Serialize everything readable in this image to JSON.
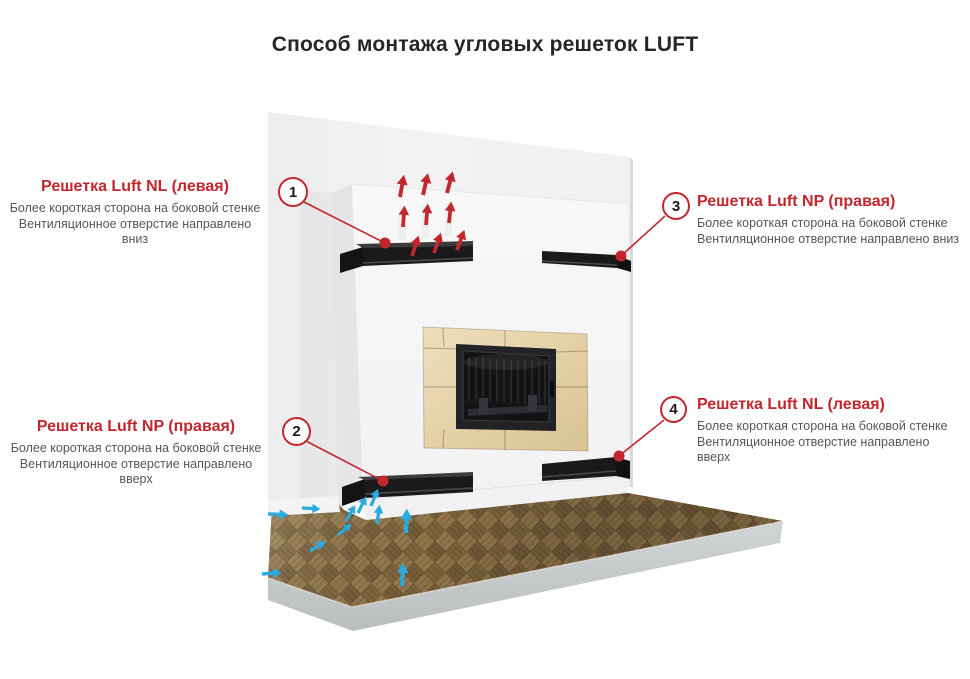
{
  "title": "Способ монтажа угловых решеток LUFT",
  "colors": {
    "accent_red": "#c1272d",
    "arrow_blue": "#29abe2",
    "label_gray": "#56575a",
    "title_dark": "#262626",
    "grille_black": "#1a1a1c",
    "tile_beige": "#e6d5ae",
    "wood_brown": "#8c6f45",
    "concrete_gray": "#c7caca"
  },
  "callouts": [
    {
      "number": "1",
      "title": "Решетка Luft NL (левая)",
      "line1": "Более короткая сторона на боковой стенке",
      "line2": "Вентиляционное отверстие направлено вниз"
    },
    {
      "number": "2",
      "title": "Решетка Luft NP (правая)",
      "line1": "Более короткая сторона на боковой стенке",
      "line2": "Вентиляционное отверстие направлено вверх"
    },
    {
      "number": "3",
      "title": "Решетка Luft NP (правая)",
      "line1": "Более короткая сторона на боковой стенке",
      "line2": "Вентиляционное отверстие направлено вниз"
    },
    {
      "number": "4",
      "title": "Решетка Luft NL (левая)",
      "line1": "Более короткая сторона на боковой стенке",
      "line2": "Вентиляционное отверстие направлено вверх"
    }
  ]
}
